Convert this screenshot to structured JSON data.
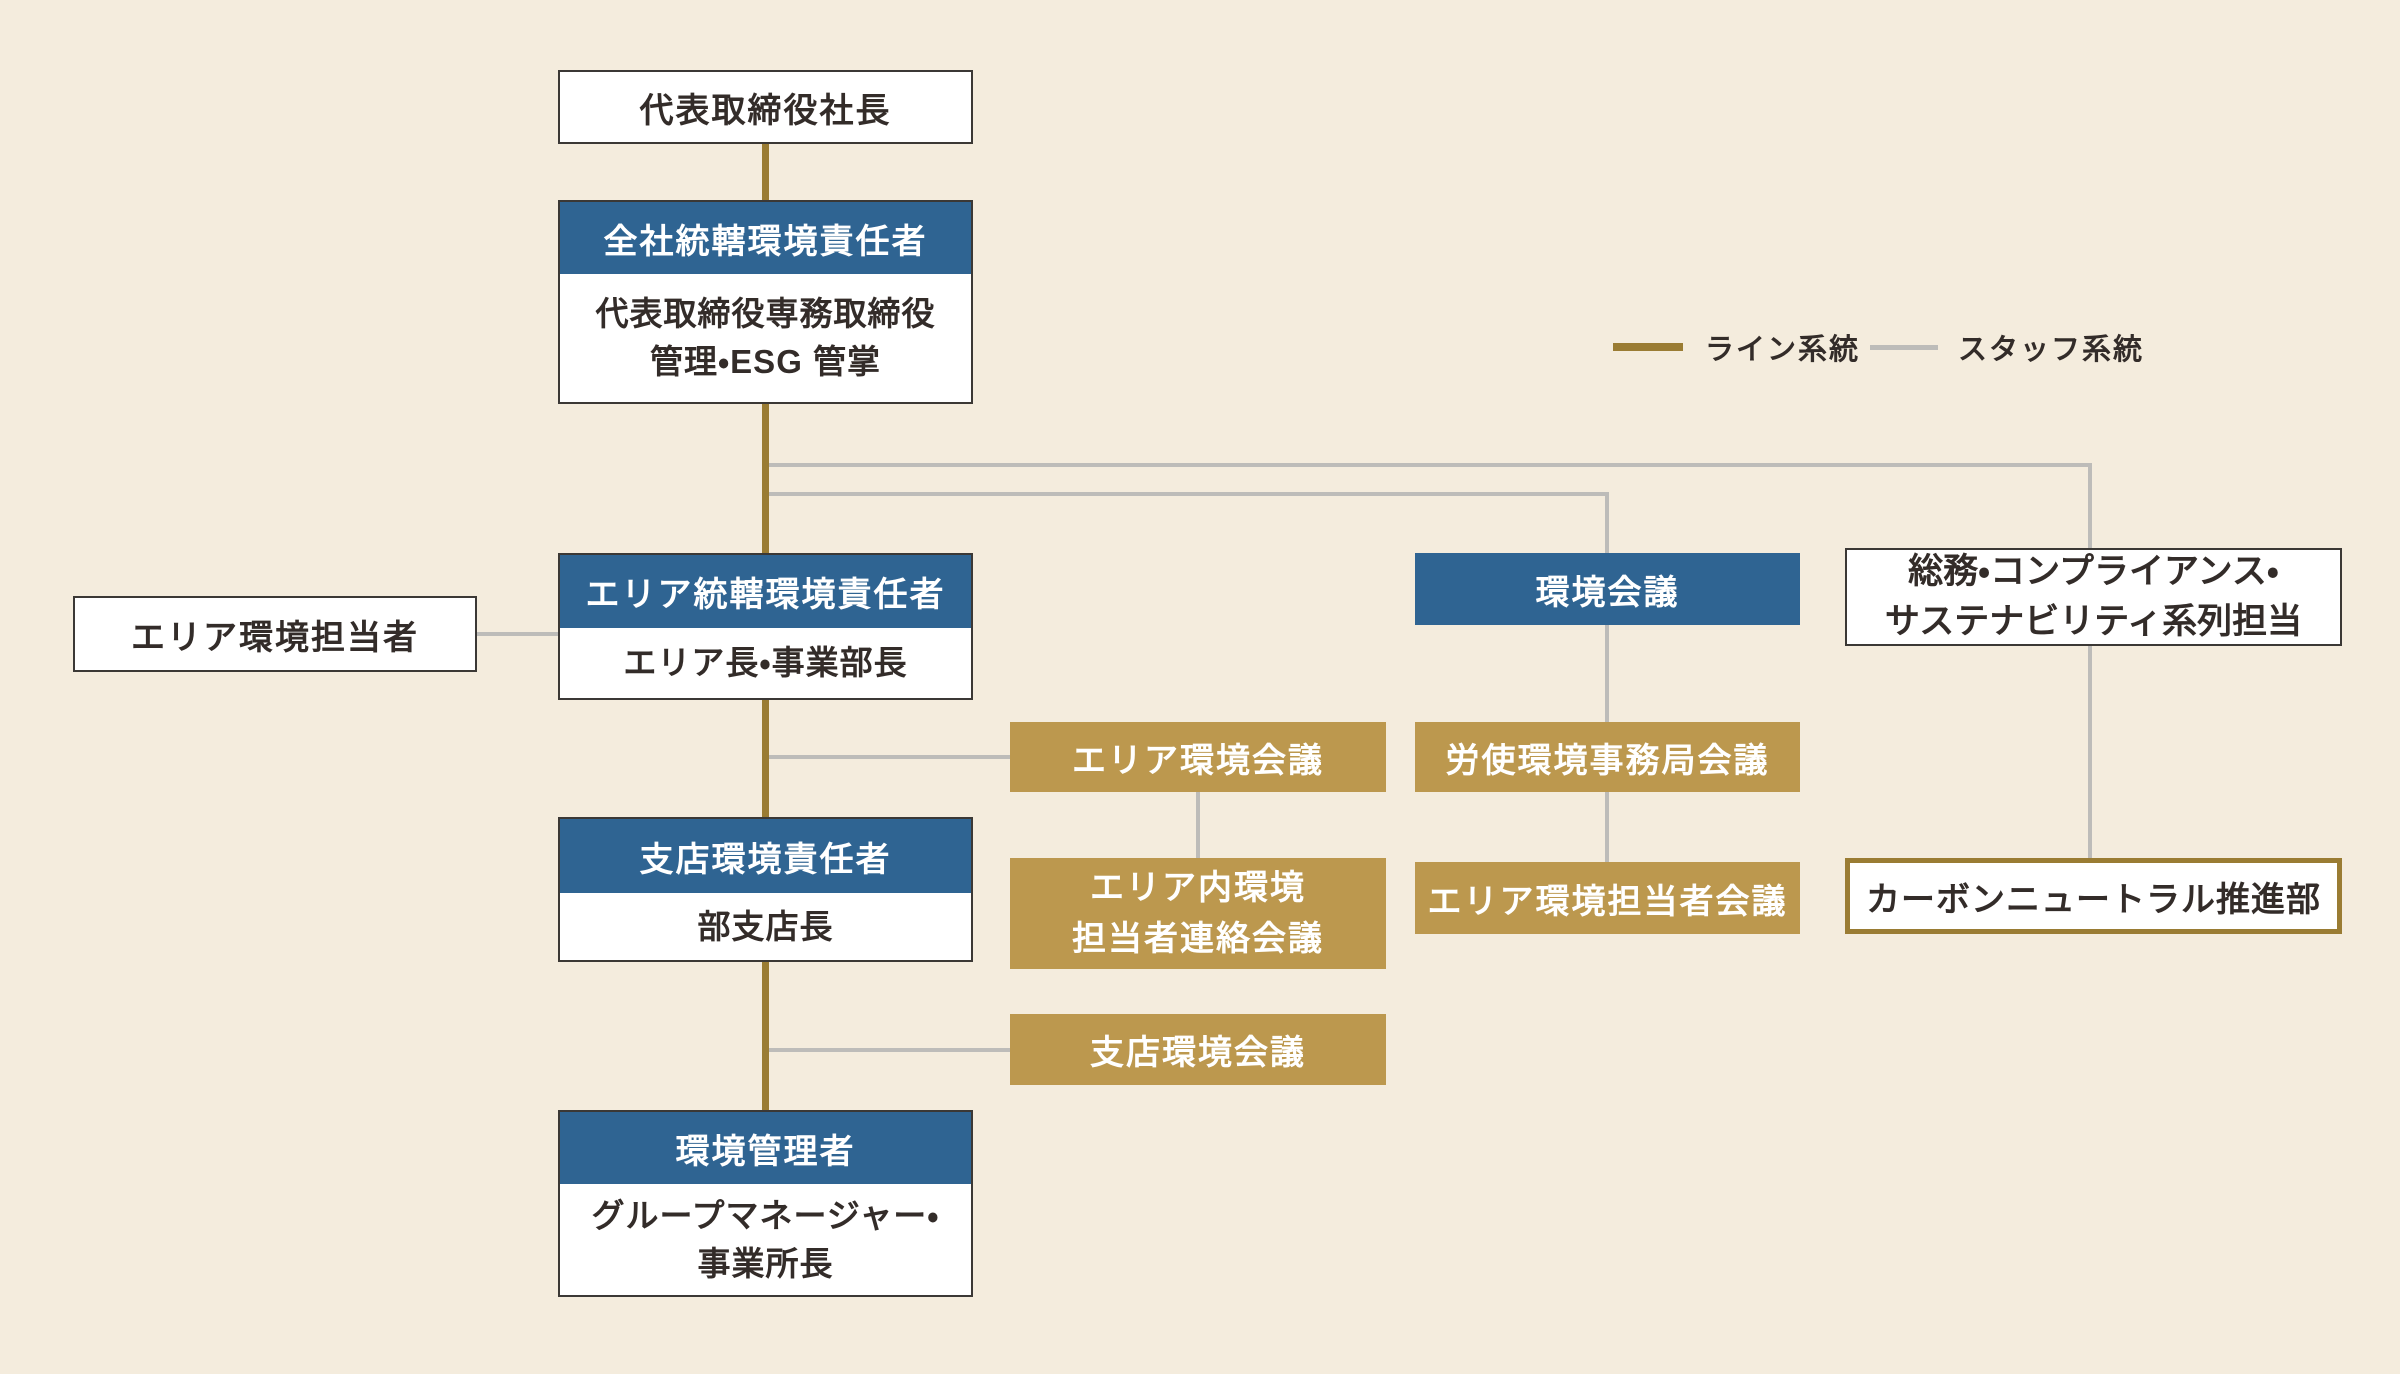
{
  "diagram": {
    "colors": {
      "background": "#f4ecdd",
      "blue": "#2f6492",
      "gold": "#bc984e",
      "line_gold": "#9a7c33",
      "line_gray": "#bdbcb9",
      "border_dark": "#3b3835",
      "text_dark": "#332c29"
    },
    "legend": {
      "line_label": "ライン系統",
      "staff_label": "スタッフ系統"
    },
    "nodes": {
      "president": {
        "title": "代表取締役社長"
      },
      "company_env_officer": {
        "header": "全社統轄環境責任者",
        "body1": "代表取締役専務取締役",
        "body2": "管理・ESG 管掌"
      },
      "area_env_staff": {
        "title": "エリア環境担当者"
      },
      "area_env_officer": {
        "header": "エリア統轄環境責任者",
        "body1": "エリア長・事業部長"
      },
      "branch_env_officer": {
        "header": "支店環境責任者",
        "body1": "部支店長"
      },
      "env_manager": {
        "header": "環境管理者",
        "body1": "グループマネージャー・",
        "body2": "事業所長"
      },
      "env_conference": {
        "title": "環境会議"
      },
      "general_affairs": {
        "line1": "総務・コンプライアンス・",
        "line2": "サステナビリティ系列担当"
      },
      "area_env_conference": {
        "title": "エリア環境会議"
      },
      "labor_env_secretariat_conference": {
        "title": "労使環境事務局会議"
      },
      "area_env_liaison_conference": {
        "line1": "エリア内環境",
        "line2": "担当者連絡会議"
      },
      "area_env_staff_conference": {
        "title": "エリア環境担当者会議"
      },
      "carbon_neutral_dept": {
        "title": "カーボンニュートラル推進部"
      },
      "branch_env_conference": {
        "title": "支店環境会議"
      }
    }
  }
}
